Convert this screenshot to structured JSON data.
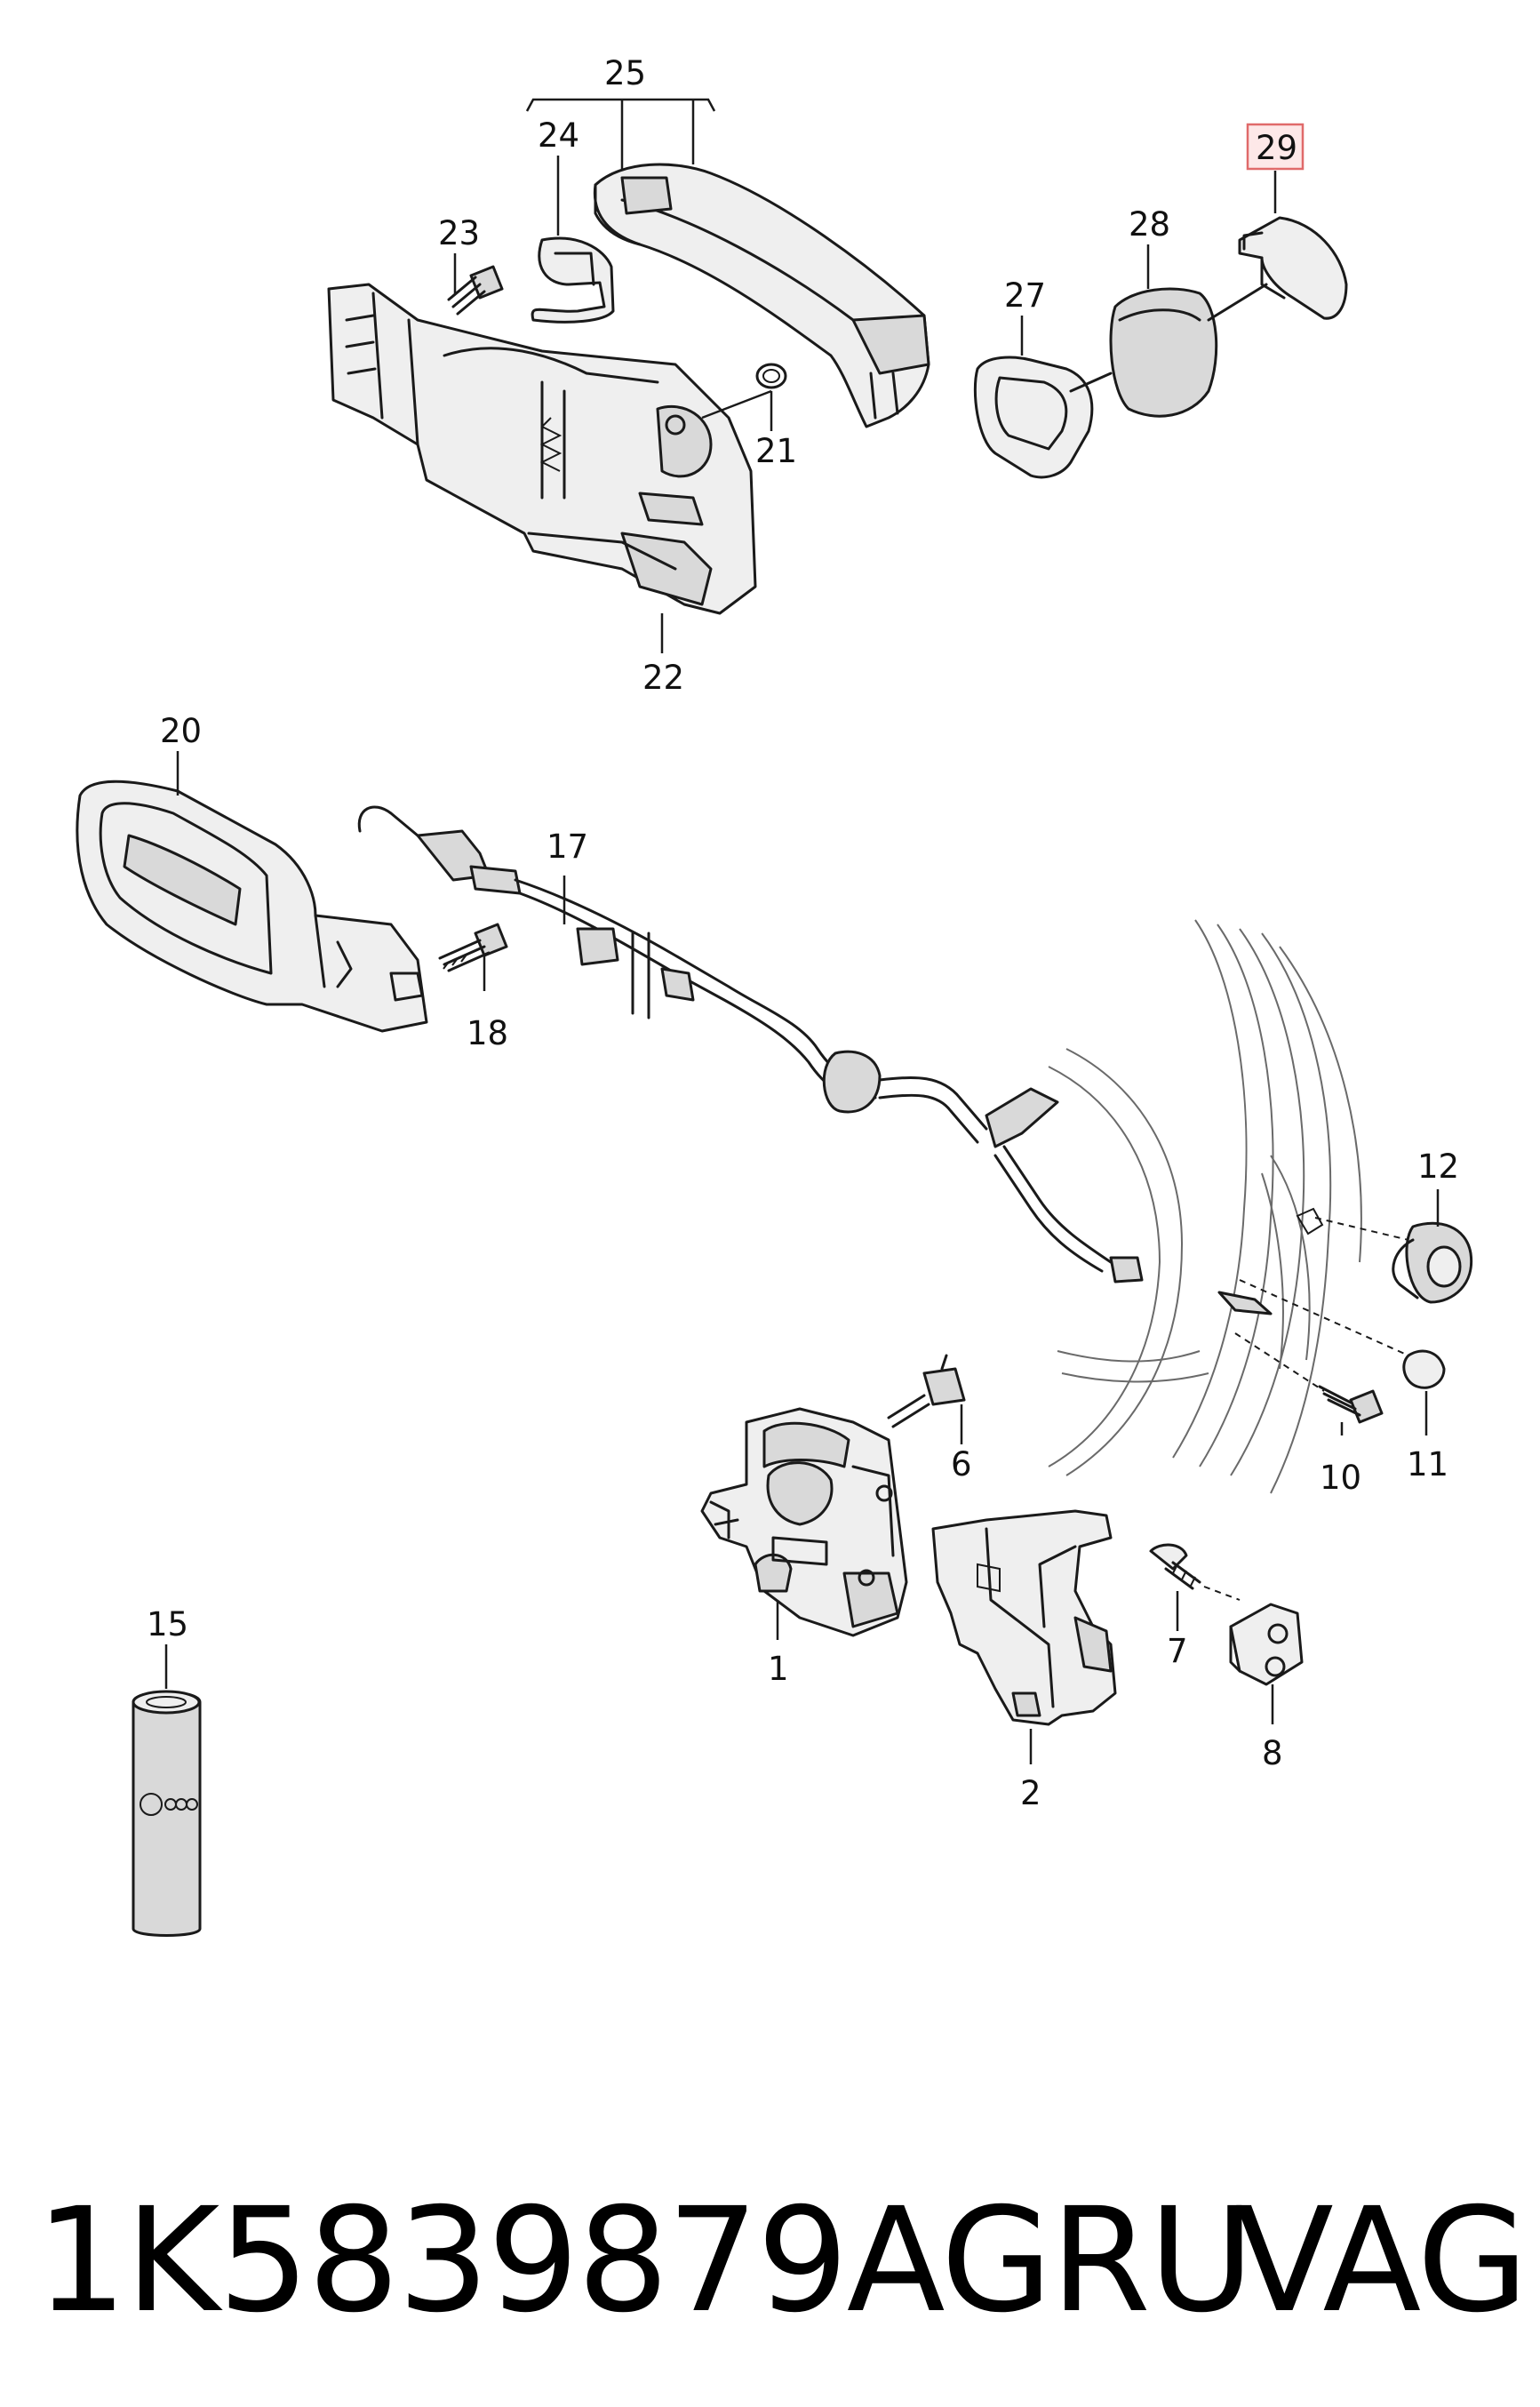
{
  "callouts": {
    "c1": "1",
    "c2": "2",
    "c6": "6",
    "c7": "7",
    "c8": "8",
    "c10": "10",
    "c11": "11",
    "c12": "12",
    "c15": "15",
    "c17": "17",
    "c18": "18",
    "c20": "20",
    "c21": "21",
    "c22": "22",
    "c23": "23",
    "c24": "24",
    "c25": "25",
    "c27": "27",
    "c28": "28",
    "c29": "29"
  },
  "highlighted_callout": "29",
  "highlight_color": "#e06a6a",
  "footer": {
    "part_number": "1K5839879AGRU",
    "brand": "VAG"
  }
}
